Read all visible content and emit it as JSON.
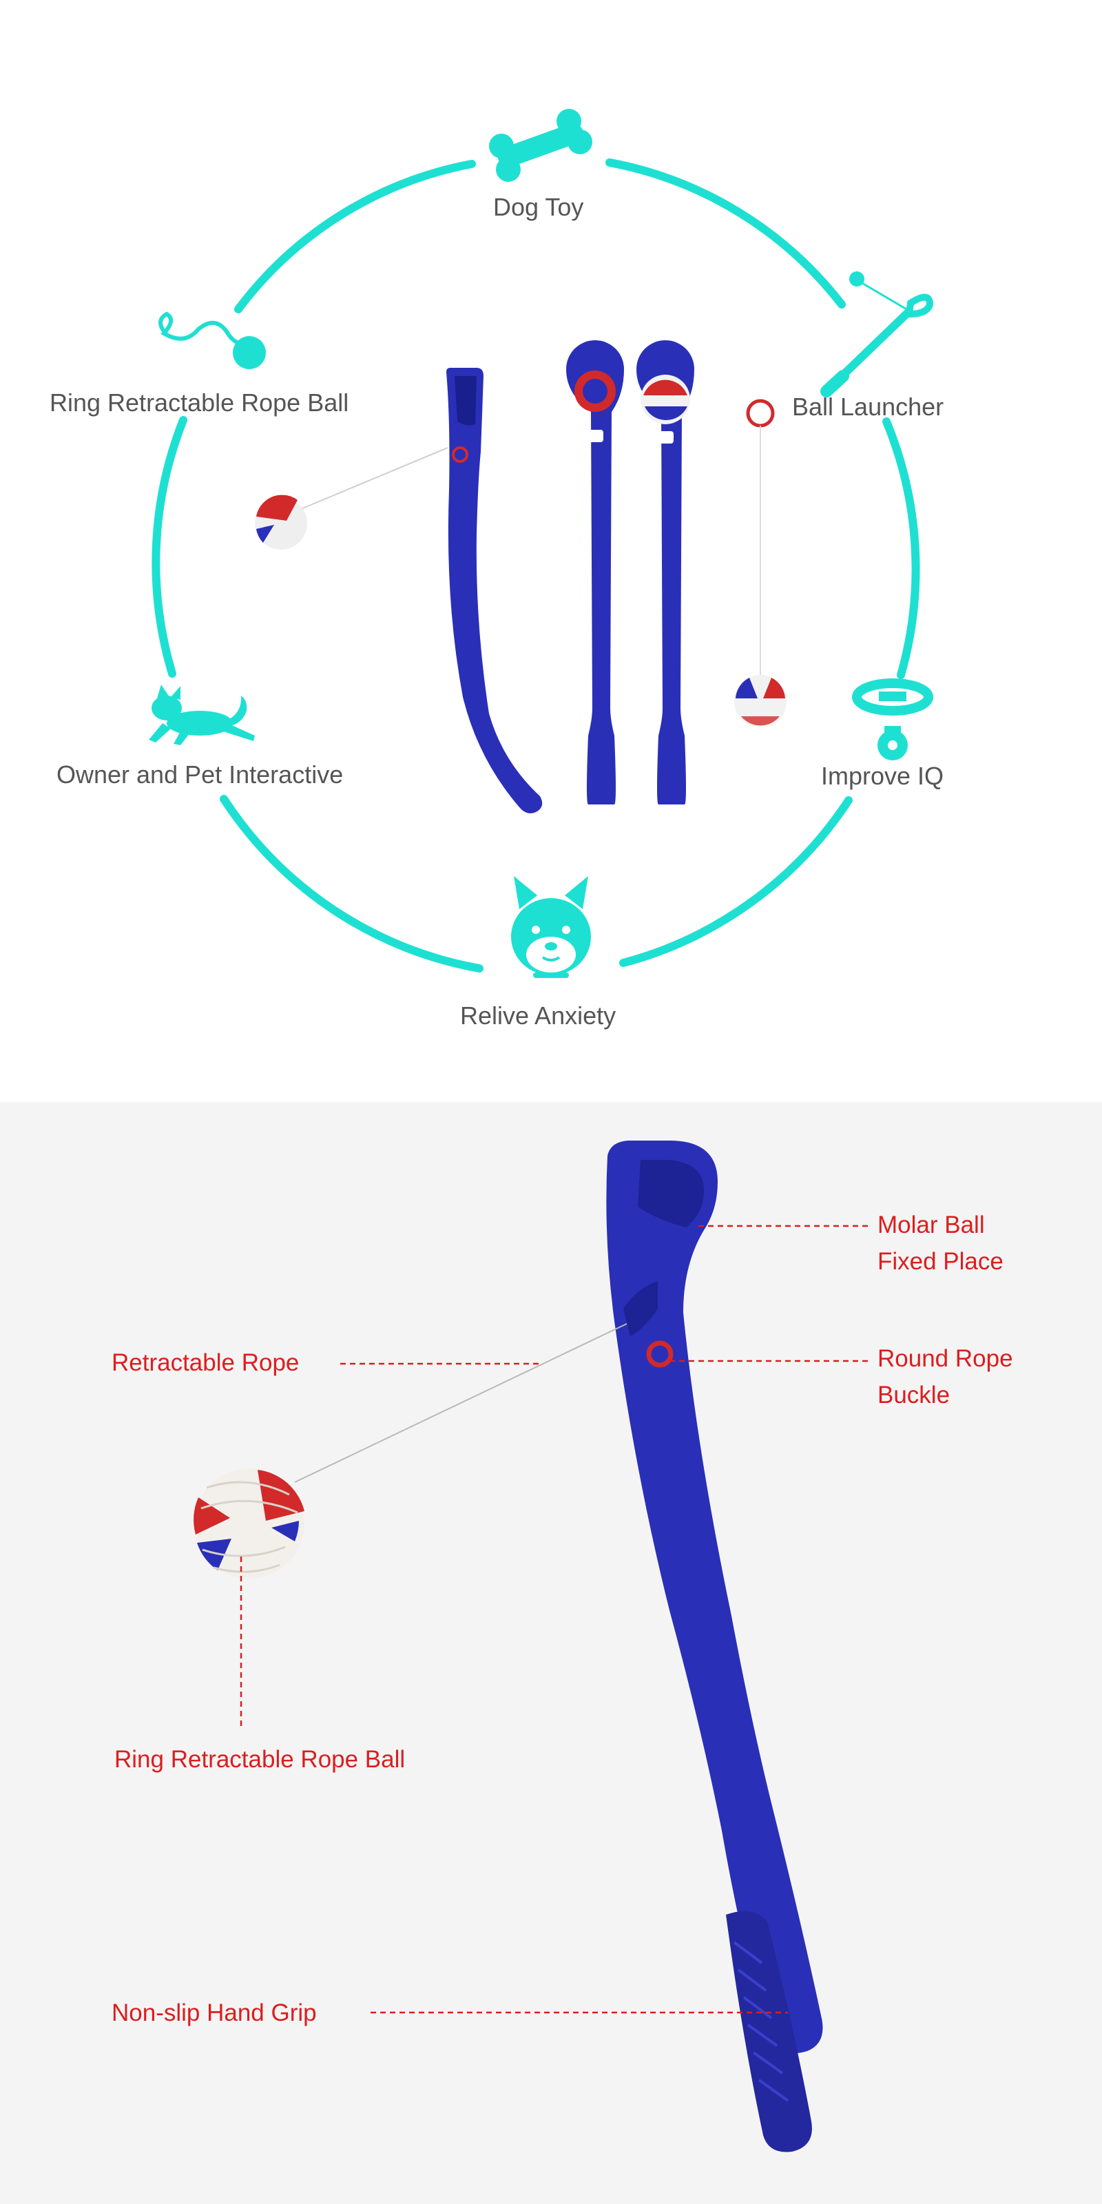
{
  "colors": {
    "accent_teal": "#1ee0d2",
    "product_blue": "#2a2fb8",
    "callout_red": "#dd1d1d",
    "label_gray": "#555555",
    "bottom_bg": "#f5f4f5"
  },
  "features": {
    "dog_toy": {
      "label": "Dog Toy",
      "icon": "bone-icon"
    },
    "rope_ball": {
      "label": "Ring Retractable Rope Ball",
      "icon": "rope-ball-icon"
    },
    "ball_launcher": {
      "label": "Ball Launcher",
      "icon": "launcher-icon"
    },
    "owner_pet": {
      "label": "Owner and Pet  Interactive",
      "icon": "running-dog-icon"
    },
    "improve_iq": {
      "label": "Improve IQ",
      "icon": "collar-icon"
    },
    "relive_anxiety": {
      "label": "Relive Anxiety",
      "icon": "shiba-face-icon"
    }
  },
  "callouts": {
    "molar_ball": {
      "line1": "Molar Ball",
      "line2": "Fixed Place"
    },
    "retractable_rope": {
      "label": "Retractable Rope"
    },
    "round_buckle": {
      "line1": "Round Rope",
      "line2": "Buckle"
    },
    "rope_ball": {
      "label": "Ring Retractable Rope Ball"
    },
    "hand_grip": {
      "label": "Non-slip Hand Grip"
    }
  }
}
